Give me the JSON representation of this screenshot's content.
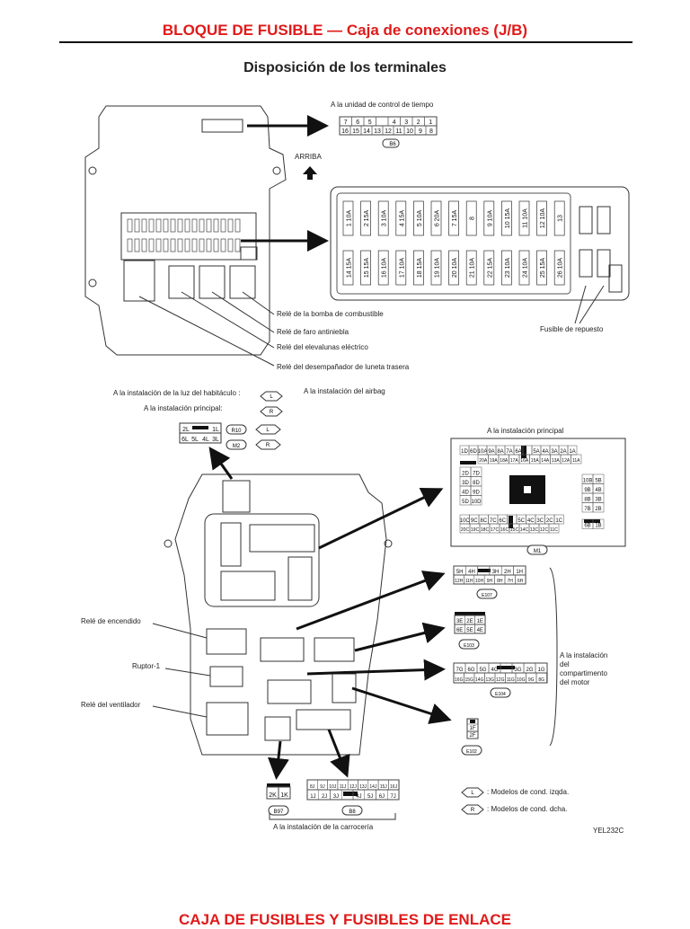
{
  "header": {
    "title": "BLOQUE DE FUSIBLE — Caja de conexiones (J/B)"
  },
  "subtitle": "Disposición de los terminales",
  "top": {
    "timer_label": "A la unidad de control de tiempo",
    "timer_pins_top": [
      "7",
      "6",
      "5",
      "",
      "4",
      "3",
      "2",
      "1"
    ],
    "timer_pins_bottom": [
      "16",
      "15",
      "14",
      "13",
      "12",
      "11",
      "10",
      "9",
      "8"
    ],
    "timer_connector": "B6",
    "up_label": "ARRIBA",
    "fuses_top": [
      "1 10A",
      "2 15A",
      "3 10A",
      "4 15A",
      "5 10A",
      "6 20A",
      "7 15A",
      "8",
      "9 10A",
      "10 15A",
      "11 10A",
      "12 10A",
      "13"
    ],
    "fuses_bottom": [
      "14 15A",
      "15 15A",
      "16 10A",
      "17 10A",
      "18 15A",
      "19 10A",
      "20 10A",
      "21 10A",
      "22 15A",
      "23 10A",
      "24 10A",
      "25 15A",
      "26 10A"
    ],
    "spare_fuse_label": "Fusible de repuesto",
    "relay_labels": [
      "Relé de la bomba de combustible",
      "Relé de faro antiniebla",
      "Relé del elevalunas eléctrico",
      "Relé del desempañador de luneta trasera"
    ]
  },
  "bottom": {
    "room_lamp_label": "A la instalación de la luz del habitáculo :",
    "main_harness_label": "A la instalación principal:",
    "airbag_label": "A la instalación del airbag",
    "legend_L": "L",
    "legend_R": "R",
    "r10_pins": [
      "2L",
      "",
      "1L",
      "6L",
      "5L",
      "4L",
      "3L"
    ],
    "r10_conn": "R10",
    "m2_conn": "M2",
    "main_inst_label": "A la instalación principal",
    "m1_conn": "M1",
    "m1_top_row": [
      "1D",
      "6D",
      "10A",
      "9A",
      "8A",
      "7A",
      "6A",
      "",
      "5A",
      "4A",
      "3A",
      "2A",
      "1A"
    ],
    "m1_top_row2": [
      "20A",
      "19A",
      "18A",
      "17A",
      "16A",
      "15A",
      "14A",
      "13A",
      "12A",
      "11A"
    ],
    "m1_left_col": [
      "2D",
      "7D",
      "3D",
      "8D",
      "4D",
      "9D",
      "5D",
      "10D"
    ],
    "m1_right_col": [
      "10B",
      "5B",
      "9B",
      "4B",
      "8B",
      "3B",
      "7B",
      "2B",
      "6B",
      "1B"
    ],
    "m1_bot_row": [
      "10C",
      "9C",
      "8C",
      "7C",
      "6C",
      "",
      "5C",
      "4C",
      "3C",
      "2C",
      "1C"
    ],
    "m1_bot_row2": [
      "20C",
      "19C",
      "18C",
      "17C",
      "16C",
      "15C",
      "14C",
      "13C",
      "12C",
      "11C"
    ],
    "e107_row1": [
      "5H",
      "4H",
      "",
      "3H",
      "2H",
      "1H"
    ],
    "e107_row2": [
      "12H",
      "11H",
      "10H",
      "9H",
      "8H",
      "7H",
      "6H"
    ],
    "e107_conn": "E107",
    "e103_rows": [
      "3E",
      "2E",
      "1E",
      "6E",
      "5E",
      "4E"
    ],
    "e103_conn": "E103",
    "e104_row1": [
      "7G",
      "6G",
      "5G",
      "4G",
      "",
      "3G",
      "2G",
      "1G"
    ],
    "e104_row2": [
      "16G",
      "15G",
      "14G",
      "13G",
      "12G",
      "11G",
      "10G",
      "9G",
      "8G"
    ],
    "e104_conn": "E104",
    "e102_pins": [
      "1F",
      "2F"
    ],
    "e102_conn": "E102",
    "engine_room_label": [
      "A la instalación",
      "del",
      "compartimento",
      "del motor"
    ],
    "ignition_relay": "Relé de encendido",
    "breaker": "Ruptor-1",
    "fan_relay": "Relé del ventilador",
    "b97_pins": [
      "2K",
      "1K"
    ],
    "b97_conn": "B97",
    "b8_row1": [
      "8J",
      "9J",
      "10J",
      "11J",
      "12J",
      "13J",
      "14J",
      "15J",
      "16J"
    ],
    "b8_row2": [
      "1J",
      "2J",
      "3J",
      "",
      "4J",
      "5J",
      "6J",
      "7J"
    ],
    "b8_conn": "B8",
    "body_harness_label": "A la instalación de la carrocería",
    "legend_L_text": ": Modelos de cond. izqda.",
    "legend_R_text": ": Modelos de cond. dcha.",
    "figure_code": "YEL232C"
  },
  "footer": "CAJA DE FUSIBLES Y FUSIBLES DE ENLACE"
}
